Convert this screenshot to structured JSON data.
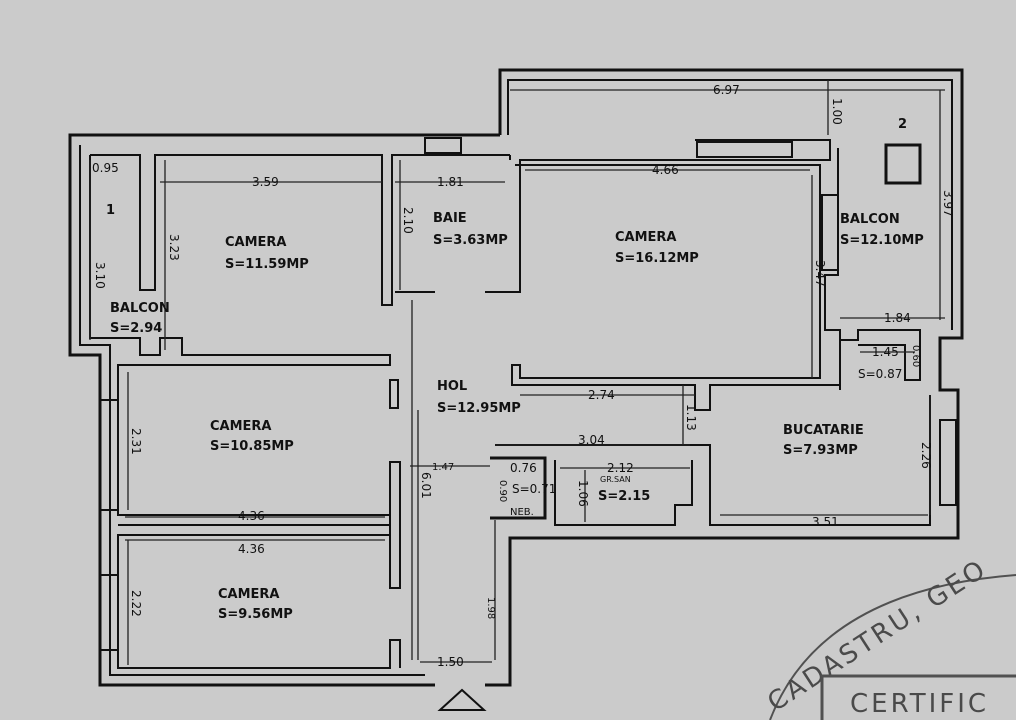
{
  "rooms": {
    "balcon1": {
      "number": "1",
      "name": "BALCON",
      "area": "S=2.94"
    },
    "camera1": {
      "name": "CAMERA",
      "area": "S=11.59MP"
    },
    "baie": {
      "name": "BAIE",
      "area": "S=3.63MP"
    },
    "camera2": {
      "name": "CAMERA",
      "area": "S=16.12MP"
    },
    "balcon2": {
      "number": "2",
      "name": "BALCON",
      "area": "S=12.10MP"
    },
    "hol": {
      "name": "HOL",
      "area": "S=12.95MP"
    },
    "camera3": {
      "name": "CAMERA",
      "area": "S=10.85MP"
    },
    "camera4": {
      "name": "CAMERA",
      "area": "S=9.56MP"
    },
    "bucatarie": {
      "name": "BUCATARIE",
      "area": "S=7.93MP"
    },
    "debara": {
      "area": "S=0.87"
    },
    "wc": {
      "area": "S=0.71",
      "name": "NEB."
    },
    "grupsanitar": {
      "name": "GR.SAN",
      "area": "S=2.15"
    }
  },
  "dimensions": {
    "d095": "0.95",
    "d310": "3.10",
    "d359": "3.59",
    "d323": "3.23",
    "d181": "1.81",
    "d210": "2.10",
    "d466": "4.66",
    "d347": "3.47",
    "d697": "6.97",
    "d100": "1.00",
    "d397": "3.97",
    "d184": "1.84",
    "d145": "1.45",
    "d060": "0.60",
    "d274": "2.74",
    "d113": "1.13",
    "d304": "3.04",
    "d212": "2.12",
    "d106": "1.06",
    "d076": "0.76",
    "d090": "0.90",
    "d147": "1.47",
    "d601": "6.01",
    "d231": "2.31",
    "d436a": "4.36",
    "d436b": "4.36",
    "d222": "2.22",
    "d198": "1.98",
    "d150": "1.50",
    "d226": "2.26",
    "d351": "3.51"
  },
  "stamp": {
    "arc_text": "CADASTRU, GEO",
    "box_text": "CERTIFIC"
  }
}
